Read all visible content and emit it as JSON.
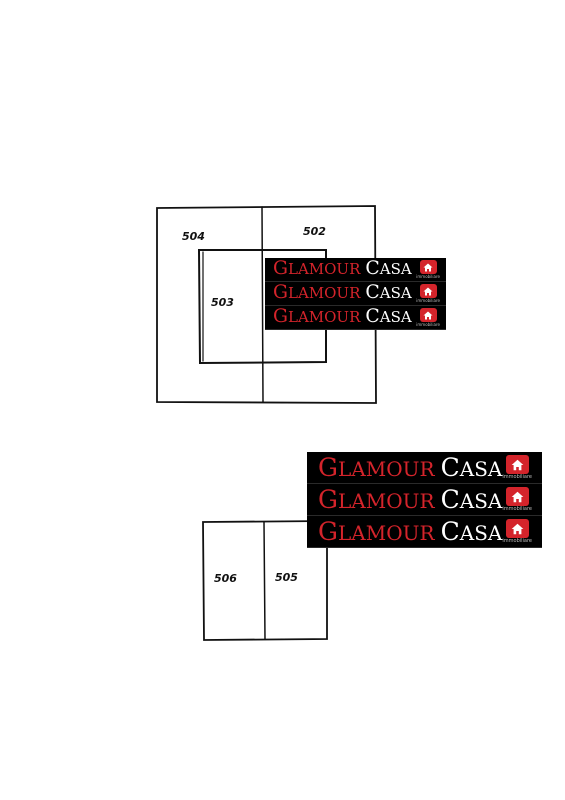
{
  "plan_top": {
    "unit_labels": {
      "u504": "504",
      "u502": "502",
      "u503": "503"
    }
  },
  "plan_bottom": {
    "unit_labels": {
      "u506": "506",
      "u505": "505"
    }
  },
  "watermark": {
    "glamour_initial": "G",
    "glamour_rest": "LAMOUR",
    "casa_initial": "C",
    "casa_rest": "ASA",
    "badge_sub": "immobiliare",
    "colors": {
      "glamour": "#d4242b",
      "casa": "#ffffff",
      "background": "#000000",
      "badge": "#d4242b"
    },
    "icon": "house-icon"
  }
}
